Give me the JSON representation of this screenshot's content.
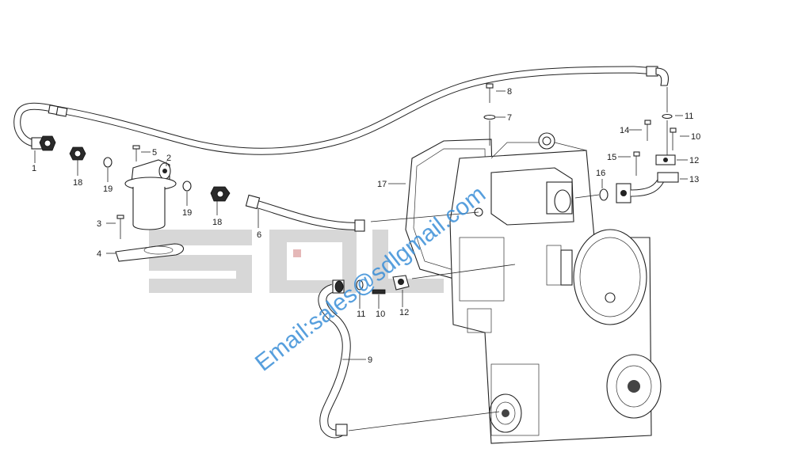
{
  "watermark": {
    "email": "Email:sales@sdlgmail.com",
    "logo": "SDLG"
  },
  "callouts": [
    "1",
    "18",
    "19",
    "5",
    "2",
    "19",
    "18",
    "3",
    "4",
    "6",
    "17",
    "8",
    "7",
    "11",
    "10",
    "12",
    "9",
    "16",
    "14",
    "15",
    "11",
    "10",
    "12",
    "13"
  ],
  "colors": {
    "line": "#222222",
    "watermark_blue": "#3a8fd8",
    "logo_gray": "#d7d7d7",
    "logo_red": "#e5b8b8"
  }
}
